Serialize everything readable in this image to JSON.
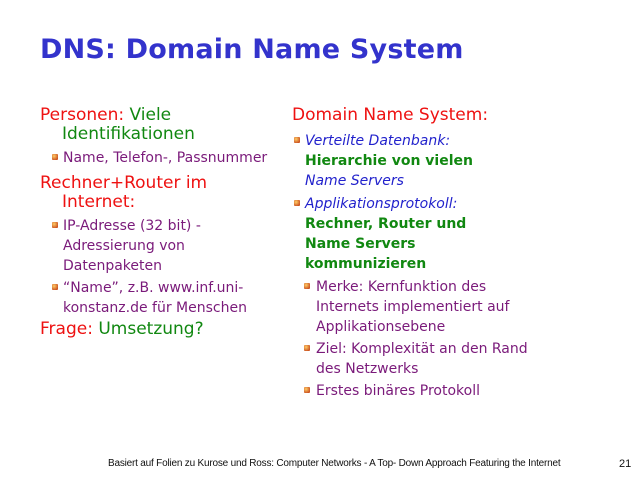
{
  "slide": {
    "title": "DNS: Domain Name System",
    "left": {
      "h1": {
        "red": "Personen:",
        "green": "Viele Identifikationen"
      },
      "h1_items": [
        "Name, Telefon-, Passnummer"
      ],
      "h2": {
        "red": "Rechner+Router im Internet:"
      },
      "h2_items": [
        "IP-Adresse (32 bit) - Adressierung von Datenpaketen",
        "“Name”, z.B. www.inf.uni-konstanz.de für Menschen"
      ],
      "h3": {
        "red": "Frage:",
        "green": "Umsetzung?"
      }
    },
    "right": {
      "heading": "Domain Name System:",
      "items": [
        {
          "label": "Verteilte Datenbank:",
          "text1": "Hierarchie von vielen",
          "text2": "Name Servers"
        },
        {
          "label": "Applikationsprotokoll:",
          "text1": "Rechner, Router und Name Servers kommunizieren"
        }
      ],
      "subitems": [
        "Merke: Kernfunktion des Internets implementiert auf Applikationsebene",
        "Ziel: Komplexität an den Rand des Netzwerks",
        "Erstes binäres Protokoll"
      ]
    },
    "footer": "Basiert auf Folien zu Kurose und Ross: Computer Networks -  A Top- Down Approach Featuring the Internet",
    "page_number": "21"
  }
}
